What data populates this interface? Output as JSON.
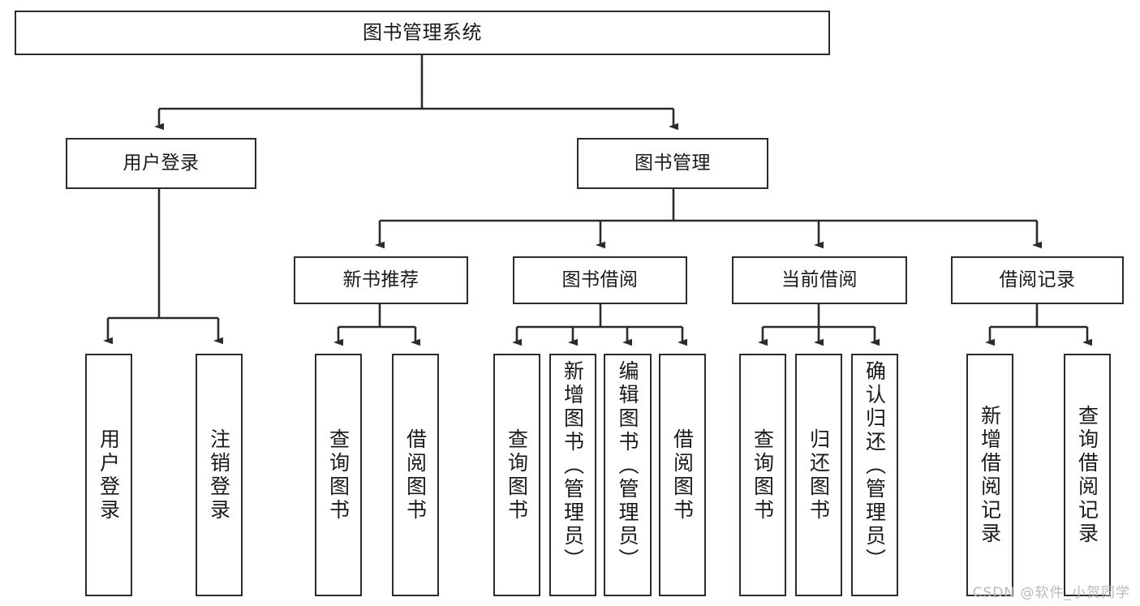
{
  "diagram": {
    "title": "图书管理系统",
    "type": "tree-hierarchy-chart",
    "watermark": "CSDN @软件_小贺同学",
    "colors": {
      "border": "#2b2b2b",
      "background": "#ffffff",
      "text": "#1a1a1a",
      "watermark": "#b9b9b9"
    },
    "root": {
      "label": "图书管理系统"
    },
    "level2": [
      {
        "label": "用户登录"
      },
      {
        "label": "图书管理"
      }
    ],
    "level3": [
      {
        "label": "新书推荐"
      },
      {
        "label": "图书借阅"
      },
      {
        "label": "当前借阅"
      },
      {
        "label": "借阅记录"
      }
    ],
    "leaves": {
      "user_login": [
        {
          "label": "用户登录"
        },
        {
          "label": "注销登录"
        }
      ],
      "new_book_recommend": [
        {
          "label": "查询图书"
        },
        {
          "label": "借阅图书"
        }
      ],
      "book_borrow": [
        {
          "label": "查询图书"
        },
        {
          "label": "新增图书（管理员）"
        },
        {
          "label": "编辑图书（管理员）"
        },
        {
          "label": "借阅图书"
        }
      ],
      "current_borrow": [
        {
          "label": "查询图书"
        },
        {
          "label": "归还图书"
        },
        {
          "label": "确认归还（管理员）"
        }
      ],
      "borrow_record": [
        {
          "label": "新增借阅记录"
        },
        {
          "label": "查询借阅记录"
        }
      ]
    }
  }
}
